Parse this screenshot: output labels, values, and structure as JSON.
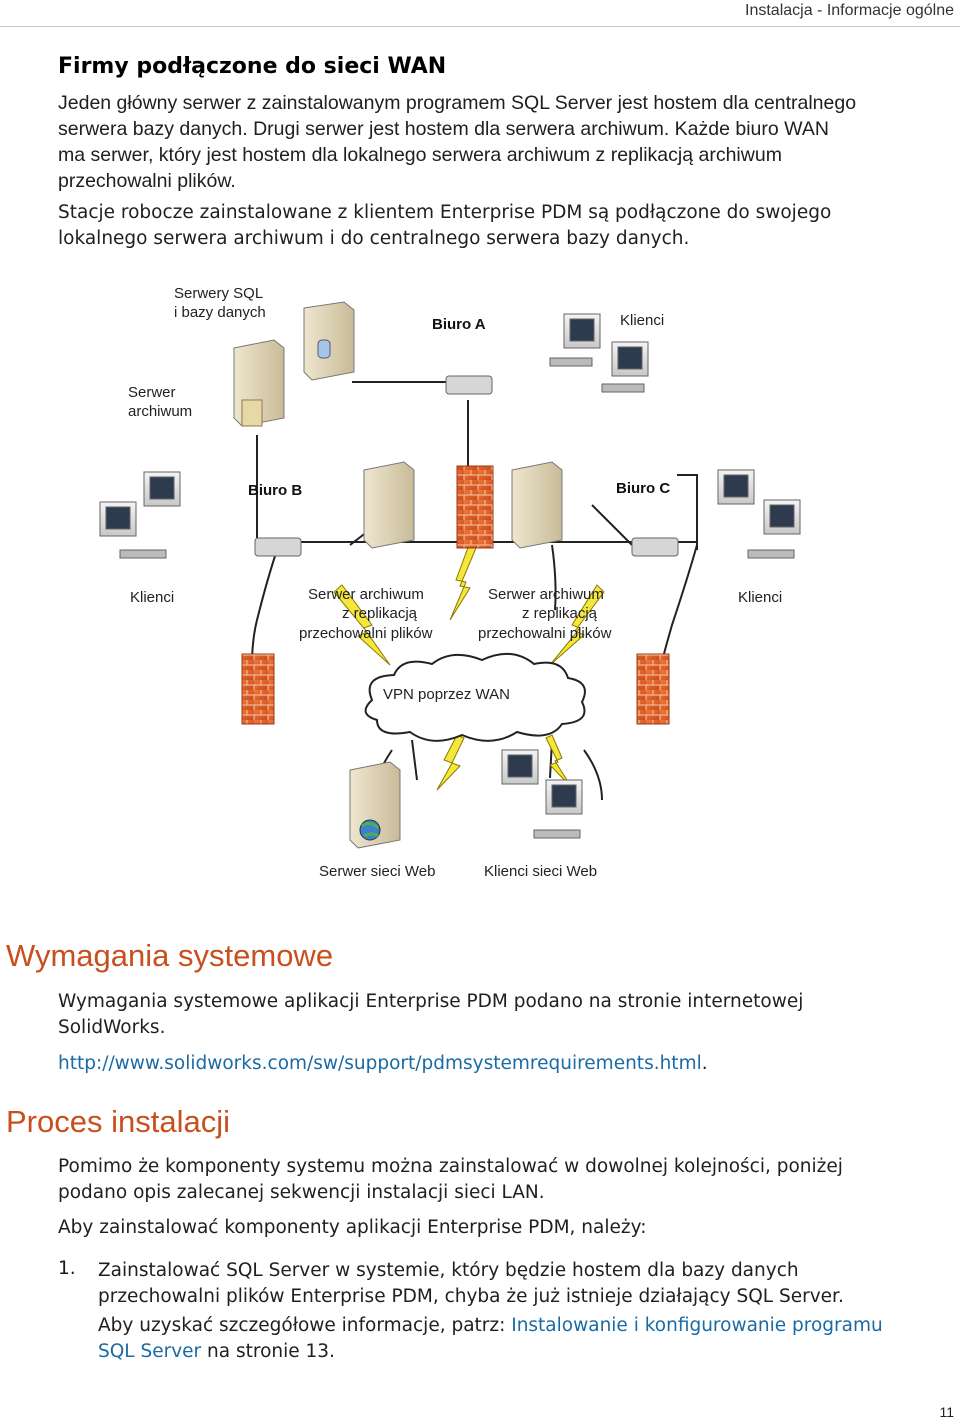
{
  "header": {
    "title": "Instalacja - Informacje ogólne"
  },
  "section": {
    "heading": "Firmy podłączone do sieci WAN",
    "para1_lines": [
      "Jeden główny serwer z zainstalowanym programem SQL Server jest hostem dla centralnego",
      "serwera bazy danych. Drugi serwer jest hostem dla serwera archiwum. Każde biuro WAN",
      "ma serwer, który jest hostem dla lokalnego serwera archiwum z replikacją archiwum",
      "przechowalni plików."
    ],
    "para2_lines": [
      "Stacje robocze zainstalowane z klientem Enterprise PDM są podłączone do swojego",
      "lokalnego serwera archiwum i do centralnego serwera bazy danych."
    ]
  },
  "diagram": {
    "sql_servers": [
      "Serwery SQL",
      "i bazy danych"
    ],
    "archive_server": [
      "Serwer",
      "archiwum"
    ],
    "office_a": "Biuro A",
    "office_b": "Biuro B",
    "office_c": "Biuro C",
    "clients_a": "Klienci",
    "clients_b": "Klienci",
    "clients_c": "Klienci",
    "replica_b": [
      "Serwer archiwum",
      "z replikacją",
      "przechowalni plików"
    ],
    "replica_c": [
      "Serwer archiwum",
      "z replikacją",
      "przechowalni plików"
    ],
    "vpn": "VPN poprzez WAN",
    "web_server": "Serwer sieci Web",
    "web_clients": "Klienci sieci Web"
  },
  "requirements": {
    "heading": "Wymagania systemowe",
    "lines": [
      "Wymagania systemowe aplikacji Enterprise PDM podano na stronie internetowej",
      "SolidWorks."
    ],
    "url": "http://www.solidworks.com/sw/support/pdmsystemrequirements.html",
    "url_suffix": "."
  },
  "install": {
    "heading": "Proces instalacji",
    "intro_lines": [
      "Pomimo że komponenty systemu można zainstalować w dowolnej kolejności, poniżej",
      "podano opis zalecanej sekwencji instalacji sieci LAN."
    ],
    "lead": "Aby zainstalować komponenty aplikacji Enterprise PDM, należy:",
    "step_number": "1.",
    "step_lines": [
      "Zainstalować SQL Server w systemie, który będzie hostem dla bazy danych",
      "przechowalni plików Enterprise PDM, chyba że już istnieje działający SQL Server."
    ],
    "see_prefix": "Aby uzyskać szczegółowe informacje, patrz: ",
    "see_link_1": "Instalowanie i konfigurowanie programu",
    "see_link_2": "SQL Server",
    "see_suffix": " na stronie 13."
  },
  "footer": {
    "page_number": "11"
  },
  "colors": {
    "heading_accent": "#c7501e",
    "link": "#1a6aa5"
  }
}
